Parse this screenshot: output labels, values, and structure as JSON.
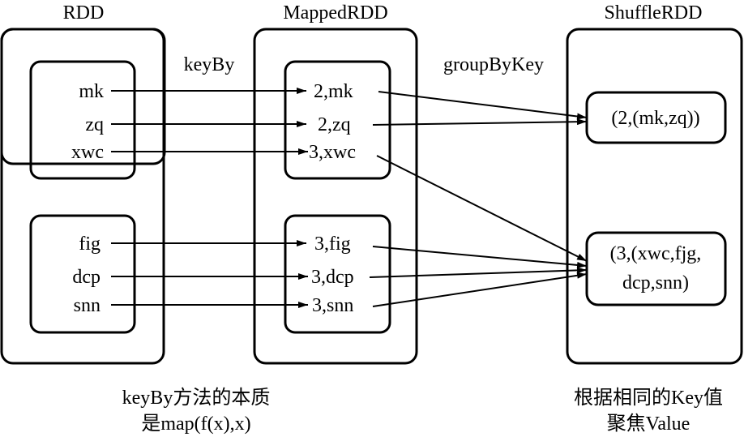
{
  "columns": [
    {
      "id": "rdd",
      "title": "RDD"
    },
    {
      "id": "mapped",
      "title": "MappedRDD"
    },
    {
      "id": "shuffle",
      "title": "ShuffleRDD"
    }
  ],
  "operations": {
    "first": "keyBy",
    "second": "groupByKey"
  },
  "rdd": {
    "partitions": [
      {
        "items": [
          "mk",
          "zq",
          "xwc"
        ]
      },
      {
        "items": [
          "fig",
          "dcp",
          "snn"
        ]
      }
    ]
  },
  "mapped": {
    "partitions": [
      {
        "items": [
          "2,mk",
          "2,zq",
          "3,xwc"
        ]
      },
      {
        "items": [
          "3,fig",
          "3,dcp",
          "3,snn"
        ]
      }
    ]
  },
  "shuffle": {
    "groups": [
      {
        "lines": [
          "(2,(mk,zq))"
        ]
      },
      {
        "lines": [
          "(3,(xwc,fjg,",
          "dcp,snn)"
        ]
      }
    ]
  },
  "captions": {
    "left": [
      "keyBy方法的本质",
      "是map(f(x),x)"
    ],
    "right": [
      "根据相同的Key值",
      "聚焦Value"
    ]
  },
  "edges": {
    "keyBy": [
      {
        "from": "rdd.0.0",
        "to": "mapped.0.0"
      },
      {
        "from": "rdd.0.1",
        "to": "mapped.0.1"
      },
      {
        "from": "rdd.0.2",
        "to": "mapped.0.2"
      },
      {
        "from": "rdd.1.0",
        "to": "mapped.1.0"
      },
      {
        "from": "rdd.1.1",
        "to": "mapped.1.1"
      },
      {
        "from": "rdd.1.2",
        "to": "mapped.1.2"
      }
    ],
    "groupByKey": [
      {
        "from": "mapped.0.0",
        "to": "shuffle.0"
      },
      {
        "from": "mapped.0.1",
        "to": "shuffle.0"
      },
      {
        "from": "mapped.0.2",
        "to": "shuffle.1"
      },
      {
        "from": "mapped.1.0",
        "to": "shuffle.1"
      },
      {
        "from": "mapped.1.1",
        "to": "shuffle.1"
      },
      {
        "from": "mapped.1.2",
        "to": "shuffle.1"
      }
    ]
  },
  "colors": {
    "stroke": "#000000",
    "background": "#ffffff"
  }
}
